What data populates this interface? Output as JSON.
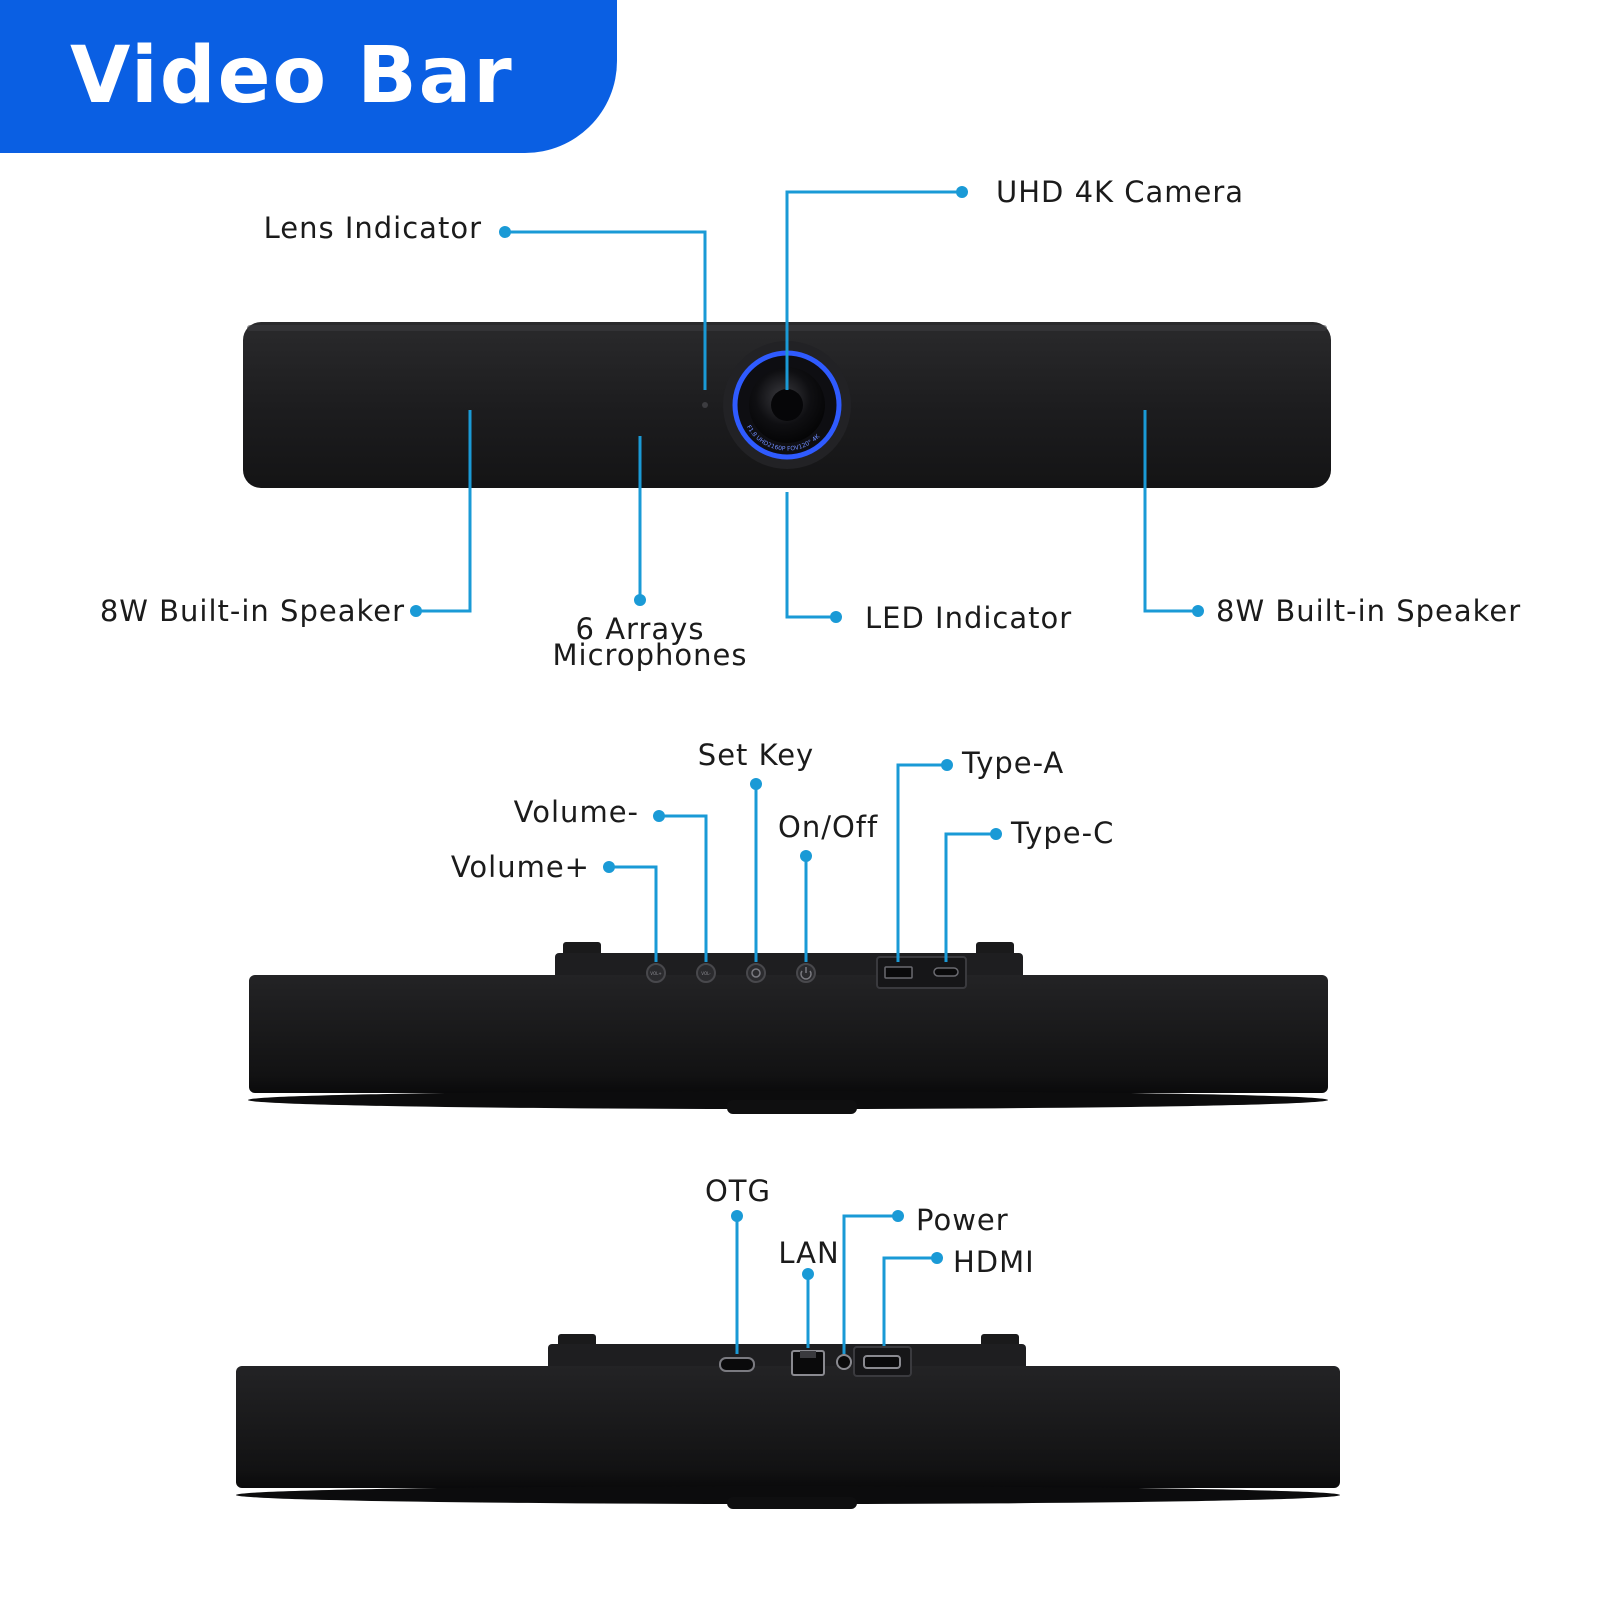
{
  "header": {
    "title": "Video Bar"
  },
  "front_view": {
    "labels": {
      "uhd_camera": "UHD 4K Camera",
      "lens_indicator": "Lens Indicator",
      "speaker_left": "8W Built-in Speaker",
      "microphones_line1": "6 Arrays",
      "microphones_line2": "Microphones",
      "led_indicator": "LED Indicator",
      "speaker_right": "8W Built-in Speaker"
    },
    "lens_ring_text": "F1.8  UHD2160P  FOV120°  4K"
  },
  "top_view": {
    "labels": {
      "set_key": "Set Key",
      "volume_minus": "Volume-",
      "volume_plus": "Volume+",
      "on_off": "On/Off",
      "type_a": "Type-A",
      "type_c": "Type-C"
    },
    "button_marks": {
      "vol_plus": "VOL+",
      "vol_minus": "VOL-"
    }
  },
  "rear_view": {
    "labels": {
      "otg": "OTG",
      "lan": "LAN",
      "power": "Power",
      "hdmi": "HDMI"
    }
  },
  "colors": {
    "accent": "#0a5fe3",
    "callout": "#1a9ad6",
    "device": "#1c1c1e",
    "lens_ring": "#2f5bff"
  }
}
